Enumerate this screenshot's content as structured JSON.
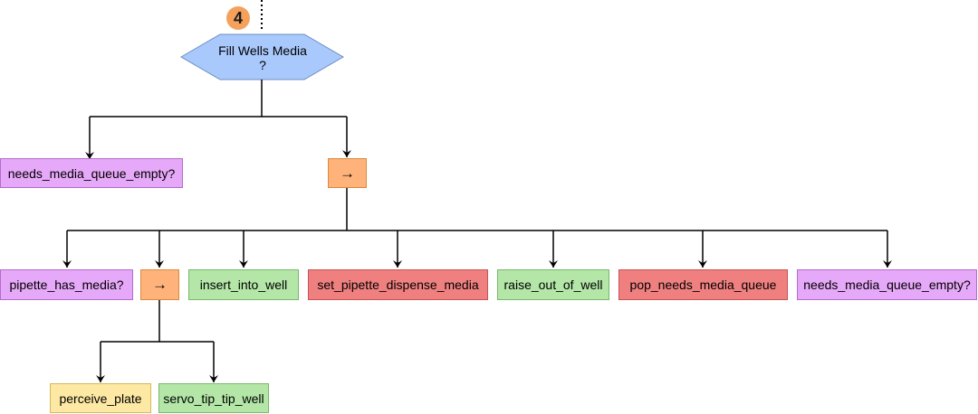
{
  "root": {
    "badge": "4",
    "title": "Fill Wells Media",
    "title_line2": "?"
  },
  "top_level": {
    "condition": "needs_media_queue_empty?",
    "sequence": "→"
  },
  "sequence_children": {
    "pipette_has_media": "pipette_has_media?",
    "subsequence": "→",
    "insert_into_well": "insert_into_well",
    "set_pipette_dispense_media": "set_pipette_dispense_media",
    "raise_out_of_well": "raise_out_of_well",
    "pop_needs_media_queue": "pop_needs_media_queue",
    "needs_media_queue_empty": "needs_media_queue_empty?"
  },
  "subsequence_children": {
    "perceive_plate": "perceive_plate",
    "servo_tip_tip_well": "servo_tip_tip_well"
  },
  "colors": {
    "condition": "#e6a8f8",
    "action": "#b3e6a7",
    "remove_action": "#f08080",
    "perception": "#fde9a3",
    "sequence": "#ffb27a",
    "selector": "#a9c8fb",
    "badge": "#f6a15b"
  }
}
